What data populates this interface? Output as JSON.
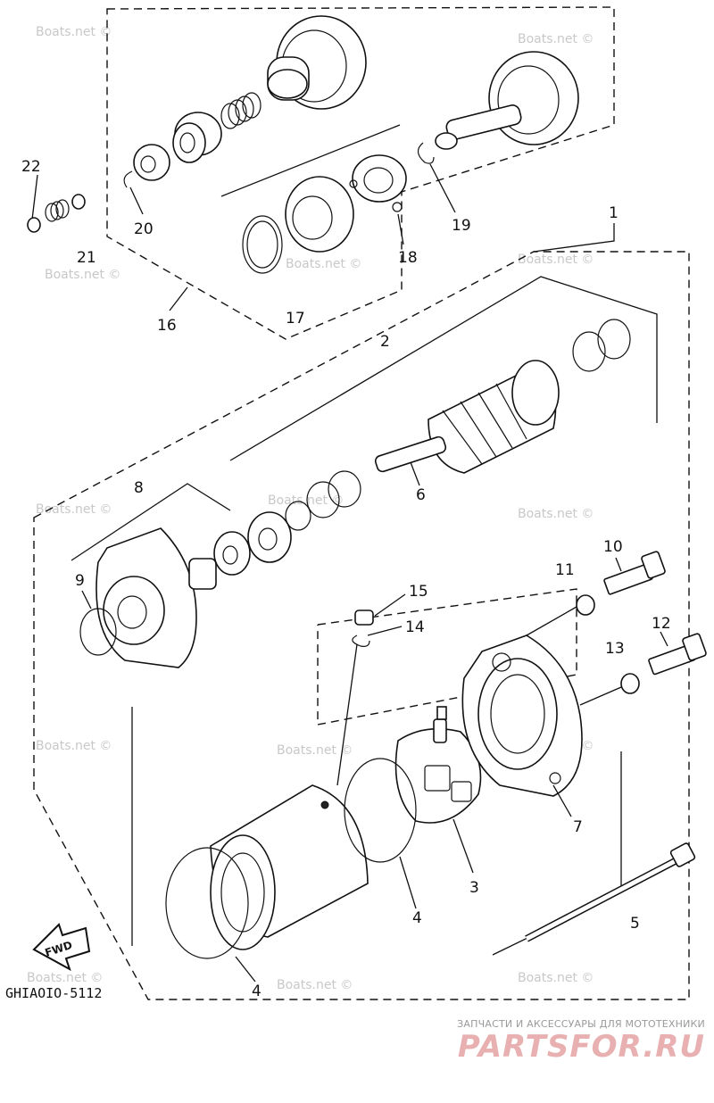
{
  "diagram": {
    "code": "GHIAOIO-5112",
    "fwd_label": "FWD",
    "watermark": "Boats.net ©",
    "callouts": [
      "1",
      "2",
      "3",
      "4",
      "4",
      "5",
      "6",
      "7",
      "8",
      "9",
      "10",
      "11",
      "12",
      "13",
      "14",
      "15",
      "16",
      "17",
      "18",
      "19",
      "20",
      "21",
      "22"
    ]
  },
  "brand": {
    "line": "ЗАПЧАСТИ И АКСЕССУАРЫ ДЛЯ МОТОТЕХНИКИ",
    "logo": "PARTSFOR.RU"
  }
}
